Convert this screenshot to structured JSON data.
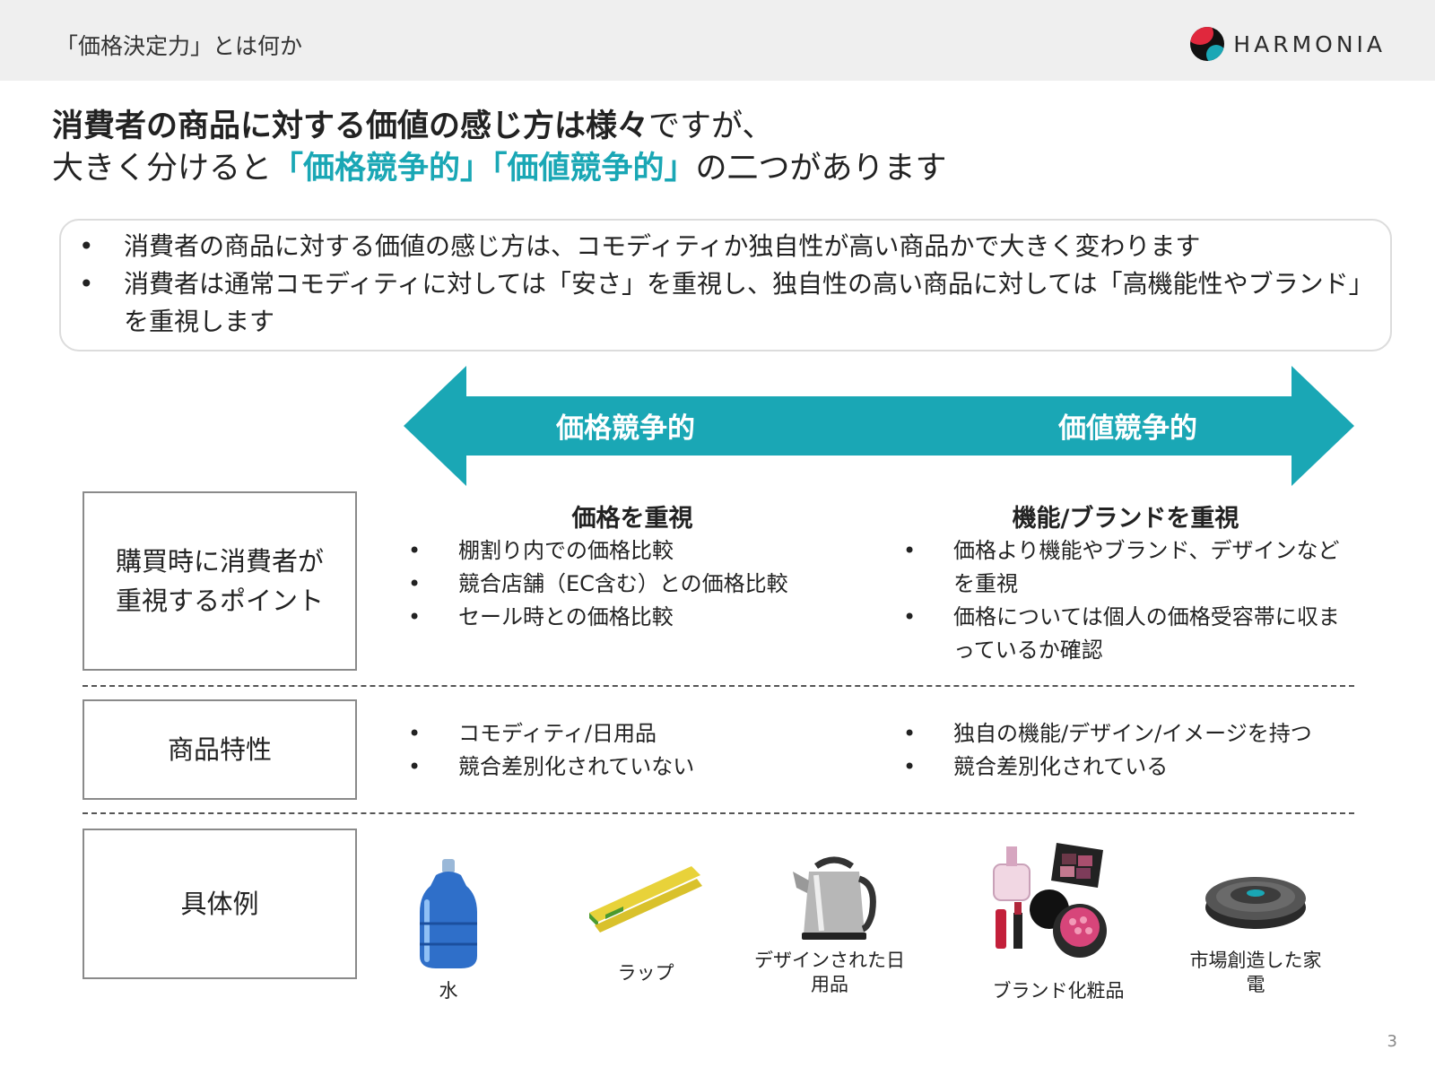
{
  "header": {
    "section_label": "「価格決定力」とは何か",
    "logo_text": "HARMONIA"
  },
  "headline": {
    "line1_bold": "消費者の商品に対する価値の感じ方は様々",
    "line1_rest": "ですが、",
    "line2_pre": "大きく分けると",
    "line2_accent": "「価格競争的」「価値競争的」",
    "line2_post": "の二つがあります"
  },
  "summary": {
    "bullets": [
      "消費者の商品に対する価値の感じ方は、コモディティか独自性が高い商品かで大きく変わります",
      "消費者は通常コモディティに対しては「安さ」を重視し、独自性の高い商品に対しては「高機能性やブランド」を重視します"
    ]
  },
  "arrow": {
    "left_label": "価格競争的",
    "right_label": "価値競争的",
    "color": "#1aa7b5"
  },
  "rows": {
    "purchase_point": {
      "label": "購買時に消費者が重視するポイント",
      "left_title": "価格を重視",
      "left_bullets": [
        "棚割り内での価格比較",
        "競合店舗（EC含む）との価格比較",
        "セール時との価格比較"
      ],
      "right_title": "機能/ブランドを重視",
      "right_bullets": [
        "価格より機能やブランド、デザインなどを重視",
        "価格については個人の価格受容帯に収まっているか確認"
      ]
    },
    "product_traits": {
      "label": "商品特性",
      "left_bullets": [
        "コモディティ/日用品",
        "競合差別化されていない"
      ],
      "right_bullets": [
        "独自の機能/デザイン/イメージを持つ",
        "競合差別化されている"
      ]
    },
    "examples": {
      "label": "具体例",
      "items": [
        "水",
        "ラップ",
        "デザインされた日用品",
        "ブランド化粧品",
        "市場創造した家電"
      ]
    }
  },
  "page_number": "3"
}
